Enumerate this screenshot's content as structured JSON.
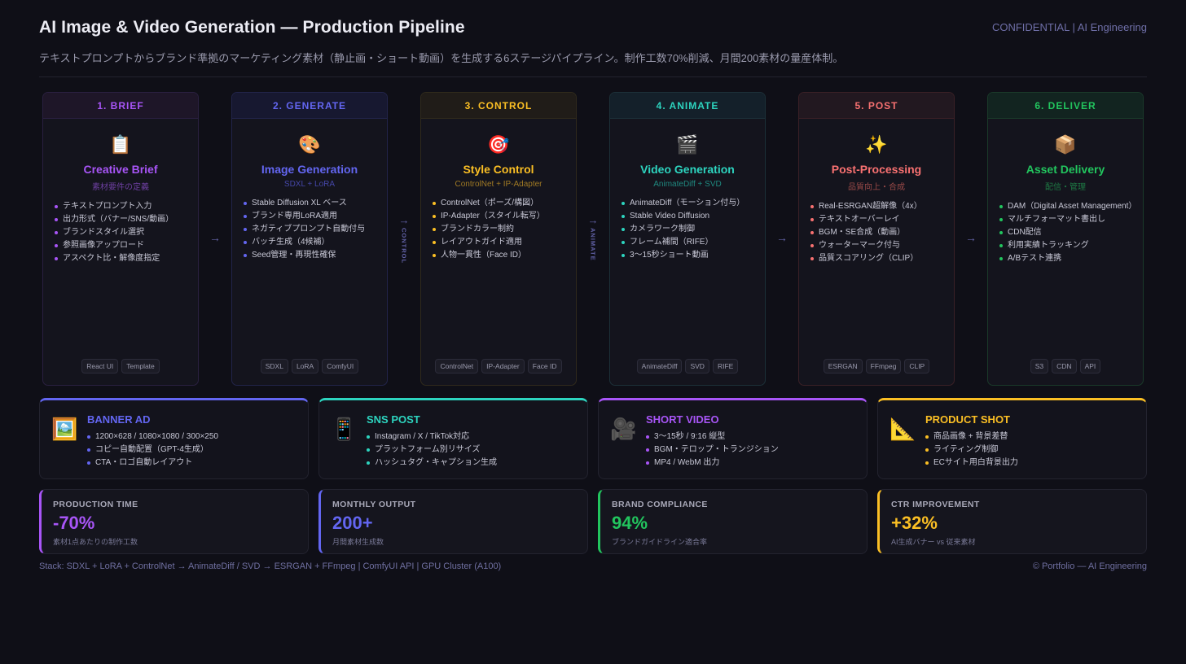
{
  "header": {
    "title": "AI Image & Video Generation — Production Pipeline",
    "confidential": "CONFIDENTIAL | AI Engineering",
    "subtitle": "テキストプロンプトからブランド準拠のマーケティング素材（静止画・ショート動画）を生成する6ステージパイプライン。制作工数70%削減、月間200素材の量産体制。"
  },
  "stages": [
    {
      "step": "1. BRIEF",
      "icon": "📋",
      "icon_name": "clipboard-icon",
      "name": "Creative Brief",
      "sub": "素材要件の定義",
      "accent": "#a855f7",
      "sub_color": "#6d3fa0",
      "head_bg": "#1e1628",
      "border": "#2a2040",
      "items": [
        "テキストプロンプト入力",
        "出力形式（バナー/SNS/動画）",
        "ブランドスタイル選択",
        "参照画像アップロード",
        "アスペクト比・解像度指定"
      ],
      "tags": [
        "React UI",
        "Template"
      ]
    },
    {
      "step": "2. GENERATE",
      "icon": "🎨",
      "icon_name": "palette-icon",
      "name": "Image Generation",
      "sub": "SDXL + LoRA",
      "accent": "#6366f1",
      "sub_color": "#4547a8",
      "head_bg": "#171830",
      "border": "#22244a",
      "items": [
        "Stable Diffusion XL ベース",
        "ブランド専用LoRA適用",
        "ネガティブプロンプト自動付与",
        "バッチ生成（4候補）",
        "Seed管理・再現性確保"
      ],
      "tags": [
        "SDXL",
        "LoRA",
        "ComfyUI"
      ]
    },
    {
      "step": "3. CONTROL",
      "icon": "🎯",
      "icon_name": "target-icon",
      "name": "Style Control",
      "sub": "ControlNet + IP-Adapter",
      "accent": "#fbbf24",
      "sub_color": "#a07a24",
      "head_bg": "#201c18",
      "border": "#302a1c",
      "items": [
        "ControlNet（ポーズ/構図）",
        "IP-Adapter（スタイル転写）",
        "ブランドカラー制約",
        "レイアウトガイド適用",
        "人物一貫性（Face ID）"
      ],
      "tags": [
        "ControlNet",
        "IP-Adapter",
        "Face ID"
      ]
    },
    {
      "step": "4. ANIMATE",
      "icon": "🎬",
      "icon_name": "clapperboard-icon",
      "name": "Video Generation",
      "sub": "AnimateDiff + SVD",
      "accent": "#2dd4bf",
      "sub_color": "#1f8a80",
      "head_bg": "#14202a",
      "border": "#1c3038",
      "items": [
        "AnimateDiff（モーション付与）",
        "Stable Video Diffusion",
        "カメラワーク制御",
        "フレーム補間（RIFE）",
        "3〜15秒ショート動画"
      ],
      "tags": [
        "AnimateDiff",
        "SVD",
        "RIFE"
      ]
    },
    {
      "step": "5. POST",
      "icon": "✨",
      "icon_name": "sparkles-icon",
      "name": "Post-Processing",
      "sub": "品質向上・合成",
      "accent": "#f87171",
      "sub_color": "#9a4a48",
      "head_bg": "#221820",
      "border": "#3a2026",
      "items": [
        "Real-ESRGAN超解像（4x）",
        "テキストオーバーレイ",
        "BGM・SE合成（動画）",
        "ウォーターマーク付与",
        "品質スコアリング（CLIP）"
      ],
      "tags": [
        "ESRGAN",
        "FFmpeg",
        "CLIP"
      ]
    },
    {
      "step": "6. DELIVER",
      "icon": "📦",
      "icon_name": "package-icon",
      "name": "Asset Delivery",
      "sub": "配信・管理",
      "accent": "#22c55e",
      "sub_color": "#1e7a44",
      "head_bg": "#122420",
      "border": "#1a3a2a",
      "items": [
        "DAM（Digital Asset Management）",
        "マルチフォーマット書出し",
        "CDN配信",
        "利用実績トラッキング",
        "A/Bテスト連携"
      ],
      "tags": [
        "S3",
        "CDN",
        "API"
      ]
    }
  ],
  "connectors": [
    {
      "type": "arrow",
      "glyph": "→"
    },
    {
      "type": "vertical",
      "glyph": "→",
      "label": "CONTROL"
    },
    {
      "type": "vertical",
      "glyph": "→",
      "label": "ANIMATE"
    },
    {
      "type": "arrow",
      "glyph": "→"
    },
    {
      "type": "arrow",
      "glyph": "→"
    }
  ],
  "outputs": [
    {
      "title": "BANNER AD",
      "icon": "🖼️",
      "icon_name": "framed-picture-icon",
      "accent": "#6366f1",
      "items": [
        "1200×628 / 1080×1080 / 300×250",
        "コピー自動配置（GPT-4生成）",
        "CTA・ロゴ自動レイアウト"
      ]
    },
    {
      "title": "SNS POST",
      "icon": "📱",
      "icon_name": "mobile-phone-icon",
      "accent": "#2dd4bf",
      "items": [
        "Instagram / X / TikTok対応",
        "プラットフォーム別リサイズ",
        "ハッシュタグ・キャプション生成"
      ]
    },
    {
      "title": "SHORT VIDEO",
      "icon": "🎥",
      "icon_name": "movie-camera-icon",
      "accent": "#a855f7",
      "items": [
        "3〜15秒 / 9:16 縦型",
        "BGM・テロップ・トランジション",
        "MP4 / WebM 出力"
      ]
    },
    {
      "title": "PRODUCT SHOT",
      "icon": "📐",
      "icon_name": "triangular-ruler-icon",
      "accent": "#fbbf24",
      "items": [
        "商品画像 + 背景差替",
        "ライティング制御",
        "ECサイト用白背景出力"
      ]
    }
  ],
  "metrics": [
    {
      "label": "PRODUCTION TIME",
      "value": "-70%",
      "note": "素材1点あたりの制作工数",
      "accent": "#a855f7"
    },
    {
      "label": "MONTHLY OUTPUT",
      "value": "200+",
      "note": "月間素材生成数",
      "accent": "#6366f1"
    },
    {
      "label": "BRAND COMPLIANCE",
      "value": "94%",
      "note": "ブランドガイドライン適合率",
      "accent": "#22c55e"
    },
    {
      "label": "CTR IMPROVEMENT",
      "value": "+32%",
      "note": "AI生成バナー vs 従来素材",
      "accent": "#fbbf24"
    }
  ],
  "footer": {
    "stack": "Stack: SDXL + LoRA + ControlNet → AnimateDiff / SVD → ESRGAN + FFmpeg | ComfyUI API | GPU Cluster (A100)",
    "credit": "© Portfolio — AI Engineering"
  }
}
